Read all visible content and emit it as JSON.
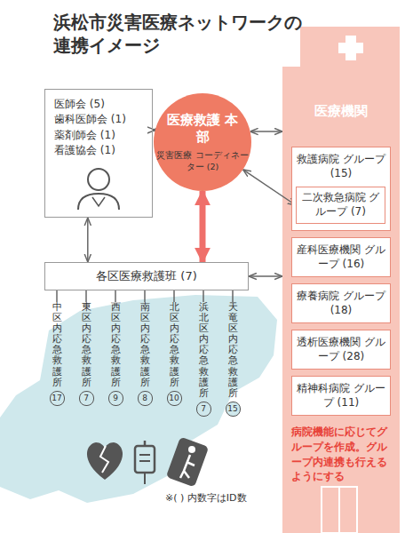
{
  "diagram": {
    "title": "浜松市災害医療ネットワークの連携イメージ",
    "nodes": [
      {
        "text": [
          "医師会 (5)",
          "歯科医師会 (1)",
          "薬剤師会 (1)",
          "看護協会 (1)"
        ]
      },
      {
        "text": [
          "医療救護 本部",
          "災害医療 コーディネーター (2)"
        ]
      },
      {
        "text": [
          "医療機関",
          "病院機能に応じてグループを作成。グループ内連携も行えるようにする"
        ]
      },
      {
        "text": [
          "救護病院 グループ (15)"
        ],
        "in": 2
      },
      {
        "text": [
          "二次救急病院 グループ (7)"
        ],
        "in": 3
      },
      {
        "text": [
          "産科医療機関 グループ (16)"
        ],
        "in": 2
      },
      {
        "text": [
          "療養病院 グループ (18)"
        ],
        "in": 2
      },
      {
        "text": [
          "透析医療機関 グループ (28)"
        ],
        "in": 2
      },
      {
        "text": [
          "精神科病院 グループ (11)"
        ],
        "in": 2
      },
      {
        "text": [
          "各区医療救護班 (7)"
        ]
      },
      {
        "text": [
          "中区内応急救護所",
          "17"
        ]
      },
      {
        "text": [
          "東区内応急救護所",
          "7"
        ]
      },
      {
        "text": [
          "西区内応急救護所",
          "9"
        ]
      },
      {
        "text": [
          "南区内応急救護所",
          "8"
        ]
      },
      {
        "text": [
          "北区内応急救護所",
          "10"
        ]
      },
      {
        "text": [
          "浜北区内応急救護所",
          "7"
        ]
      },
      {
        "text": [
          "天竜区内応急救護所",
          "15"
        ]
      }
    ],
    "edges": [
      {
        "from": 0,
        "to": 1,
        "arrow": "both"
      },
      {
        "from": 1,
        "to": 2,
        "arrow": "both"
      },
      {
        "from": 1,
        "to": 4,
        "arrow": "both"
      },
      {
        "from": 1,
        "to": 9,
        "arrow": "both"
      },
      {
        "from": 0,
        "to": 9,
        "arrow": "both"
      },
      {
        "from": 9,
        "to": 2,
        "arrow": "both"
      },
      {
        "from": 9,
        "to": 10,
        "arrow": "none"
      },
      {
        "from": 9,
        "to": 11,
        "arrow": "none"
      },
      {
        "from": 9,
        "to": 12,
        "arrow": "none"
      },
      {
        "from": 9,
        "to": 13,
        "arrow": "none"
      },
      {
        "from": 9,
        "to": 14,
        "arrow": "none"
      },
      {
        "from": 9,
        "to": 15,
        "arrow": "none"
      },
      {
        "from": 9,
        "to": 16,
        "arrow": "none"
      }
    ],
    "labels": [
      "※( ) 内数字はID数"
    ]
  }
}
